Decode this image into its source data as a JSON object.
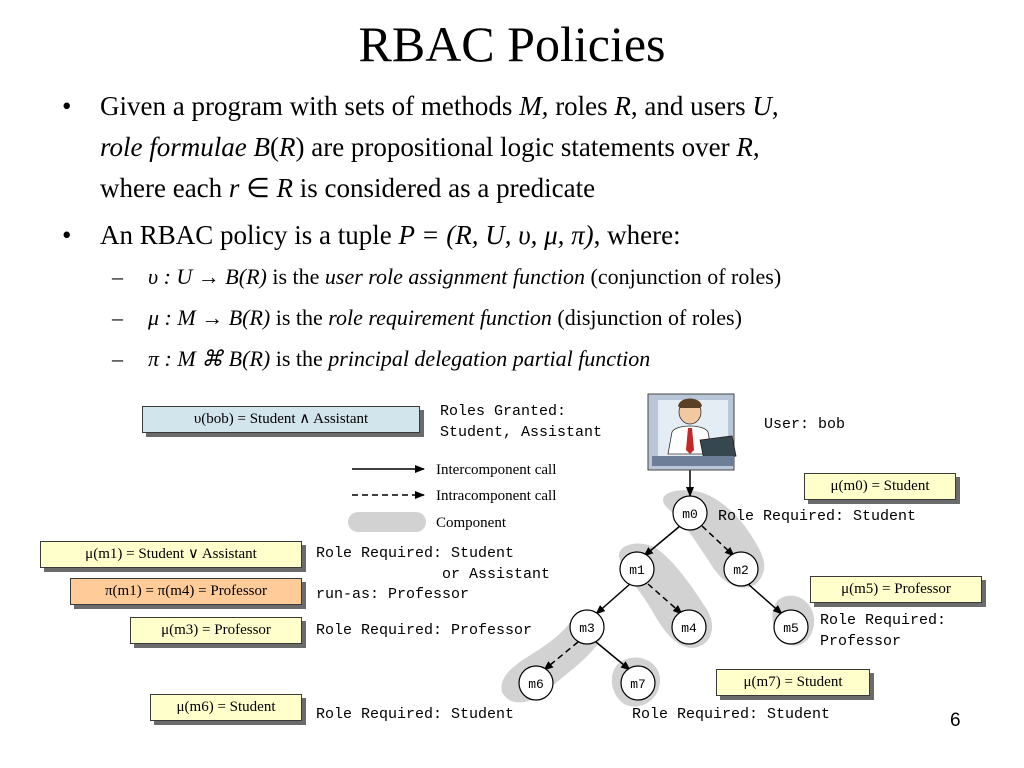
{
  "title": "RBAC Policies",
  "bullets": {
    "b1": {
      "t1": "Given a program with sets of methods ",
      "m": "M,",
      "t2": " roles ",
      "r": "R",
      "t3": ", and users ",
      "u": "U",
      "t4": ",",
      "rf": "role formulae B",
      "t5": "(",
      "r2": "R",
      "t6": ") are propositional logic statements over ",
      "r3": "R",
      "t7": ",",
      "t8": "where each ",
      "rr": "r",
      "in": " ∈ ",
      "r4": "R",
      "t9": " is considered as a predicate"
    },
    "b2": {
      "t1": "An RBAC policy is a tuple ",
      "tuple": "P = (R, U, υ, μ, π)",
      "t2": ", where:"
    },
    "sub": [
      {
        "sym": "υ : U → B(R)",
        "pre": " is the ",
        "ital": "user role assignment function",
        "post": " (conjunction of roles)"
      },
      {
        "sym": "μ : M → B(R)",
        "pre": " is the ",
        "ital": "role requirement function",
        "post": " (disjunction of roles)"
      },
      {
        "sym": "π : M ⌘ B(R)",
        "pre": " is the ",
        "ital": "principal delegation partial function",
        "post": ""
      }
    ]
  },
  "boxes": {
    "upsilon_bob": "υ(bob) = Student ∧ Assistant",
    "mu_m0": "μ(m0) = Student",
    "mu_m1": "μ(m1) = Student ∨ Assistant",
    "pi_m1_m4": "π(m1) = π(m4) = Professor",
    "mu_m3": "μ(m3) = Professor",
    "mu_m5": "μ(m5) = Professor",
    "mu_m7": "μ(m7) = Student",
    "mu_m6": "μ(m6) = Student"
  },
  "labels": {
    "roles_granted": "Roles Granted:\nStudent, Assistant",
    "user": "User: bob",
    "m0_req": "Role Required: Student",
    "m1_req": "Role Required: Student\n              or Assistant",
    "run_as": "run-as: Professor",
    "m3_req": "Role Required: Professor",
    "m5_req": "Role Required:\nProfessor",
    "m6_req": "Role Required: Student",
    "m7_req": "Role Required: Student"
  },
  "legend": {
    "inter": "Intercomponent call",
    "intra": "Intracomponent call",
    "component": "Component"
  },
  "nodes": [
    "m0",
    "m1",
    "m2",
    "m3",
    "m4",
    "m5",
    "m6",
    "m7"
  ],
  "colors": {
    "box_blue": "#d3e5ec",
    "box_yellow": "#ffffcc",
    "box_orange": "#ffcc99",
    "component_gray": "#d2d2d2"
  },
  "page_number": "6"
}
